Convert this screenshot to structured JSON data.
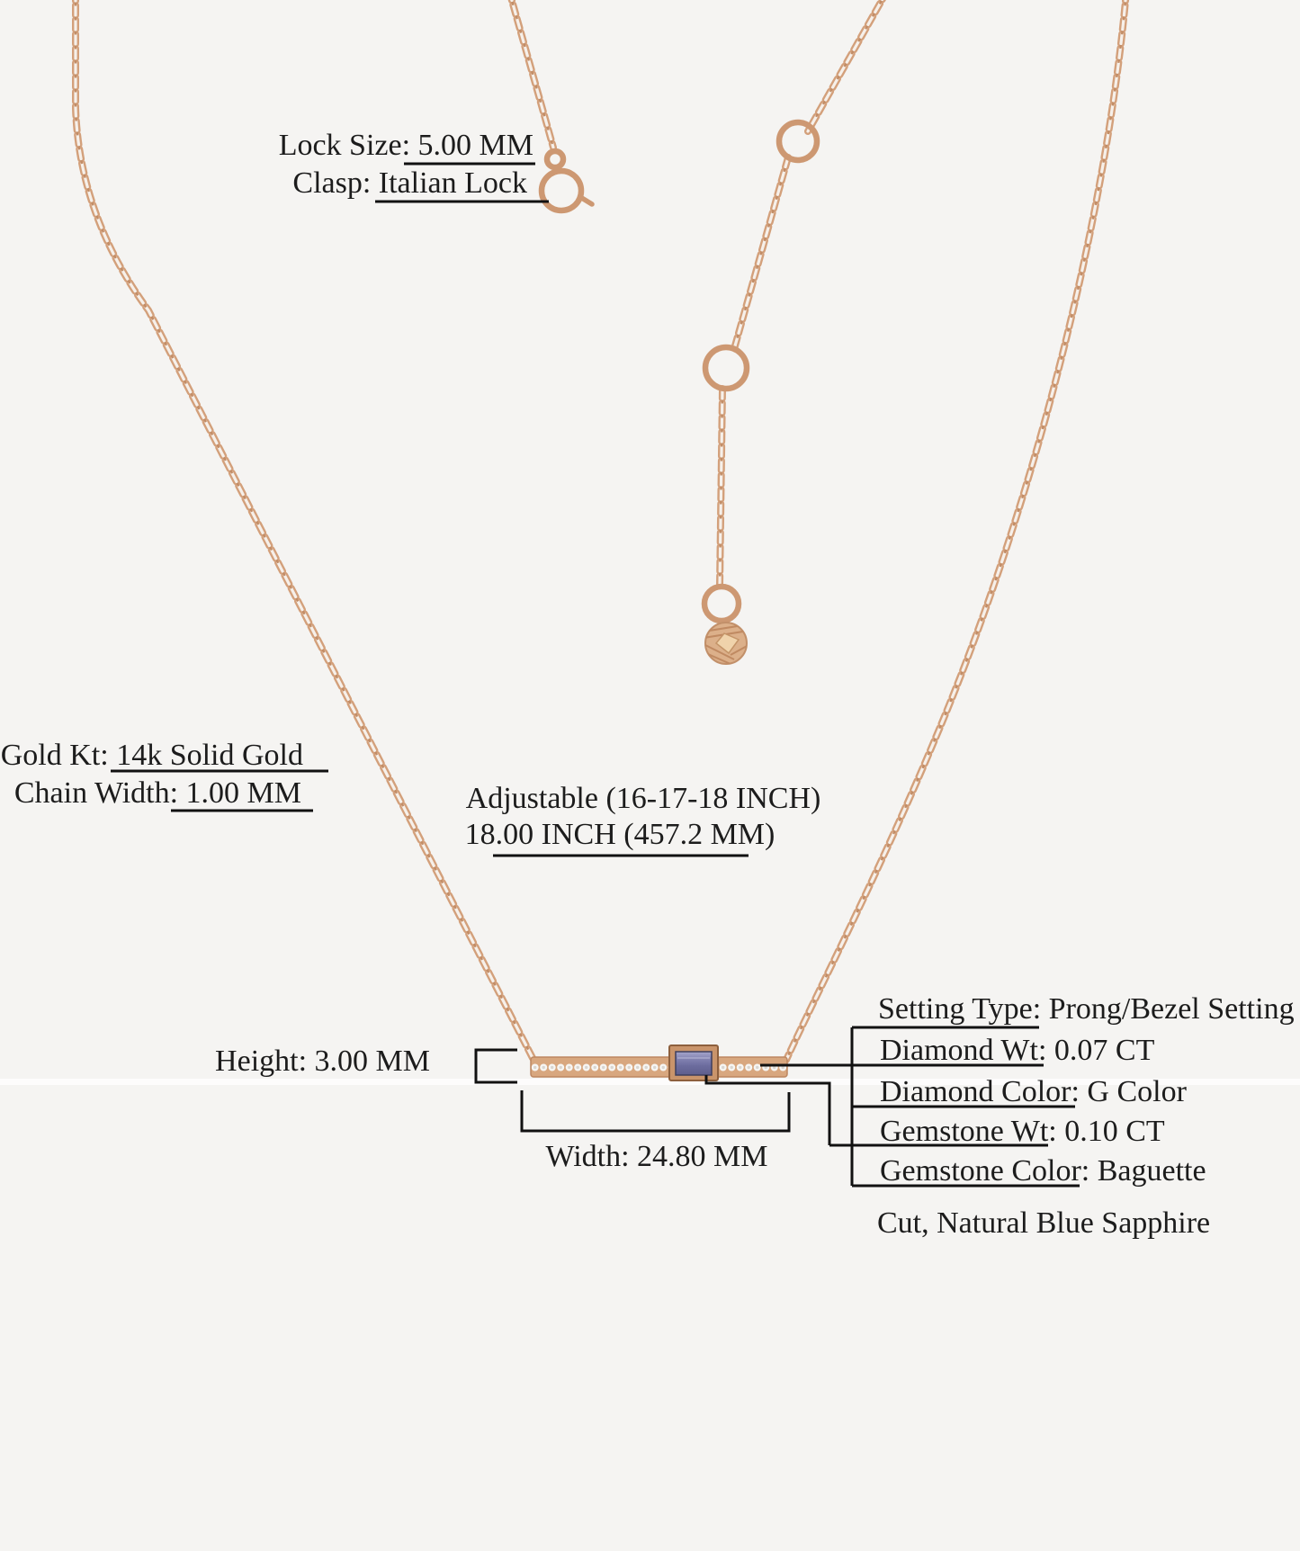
{
  "title": "Necklace specification diagram",
  "colors": {
    "background": "#f5f4f2",
    "gold": "#d3a07b",
    "gold_dark": "#b98560",
    "sapphire": "#6c6c9e",
    "diamond": "#f7f6f4",
    "annotation_text": "#1c1c1c",
    "annotation_line": "#111111"
  },
  "annotations": {
    "lock_size": "Lock Size: 5.00 MM",
    "clasp": "Clasp: Italian Lock",
    "gold_kt": "Gold Kt: 14k Solid Gold",
    "chain_width": "Chain Width: 1.00 MM",
    "adjustable_range": "Adjustable (16-17-18 INCH)",
    "chain_length": "18.00 INCH (457.2 MM)",
    "height": "Height: 3.00 MM",
    "width": "Width: 24.80 MM",
    "setting_type": "Setting Type: Prong/Bezel Setting",
    "diamond_wt": "Diamond Wt: 0.07 CT",
    "diamond_color": "Diamond Color: G Color",
    "gemstone_wt": "Gemstone Wt: 0.10 CT",
    "gemstone_color": "Gemstone Color: Baguette",
    "gemstone_color_line2": "Cut, Natural Blue Sapphire"
  }
}
